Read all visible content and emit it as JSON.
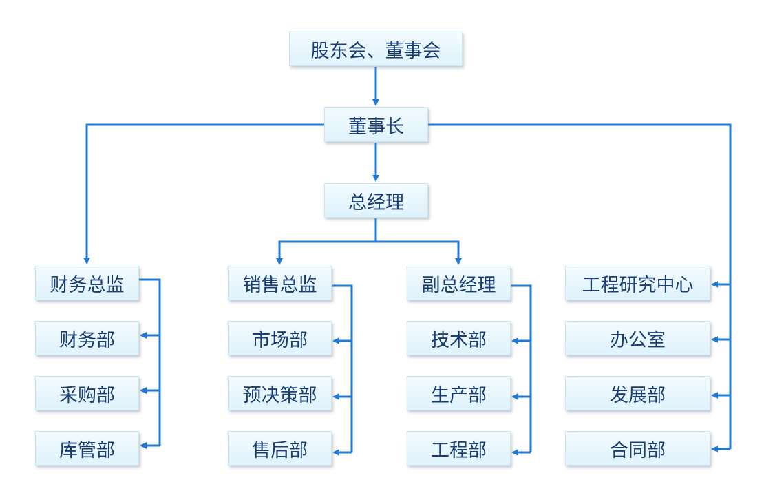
{
  "colors": {
    "line": "#1f7ad6",
    "box_text": "#1a3e73",
    "box_fill": "#e6f6fd"
  },
  "nodes": {
    "shareholders": "股东会、董事会",
    "chairman": "董事长",
    "gm": "总经理",
    "finance_director": "财务总监",
    "finance_dept": "财务部",
    "purchasing_dept": "采购部",
    "warehouse_dept": "库管部",
    "sales_director": "销售总监",
    "market_dept": "市场部",
    "budget_dept": "预决策部",
    "after_sales_dept": "售后部",
    "deputy_gm": "副总经理",
    "tech_dept": "技术部",
    "production_dept": "生产部",
    "engineering_dept": "工程部",
    "rd_center": "工程研究中心",
    "office": "办公室",
    "development_dept": "发展部",
    "contract_dept": "合同部"
  }
}
